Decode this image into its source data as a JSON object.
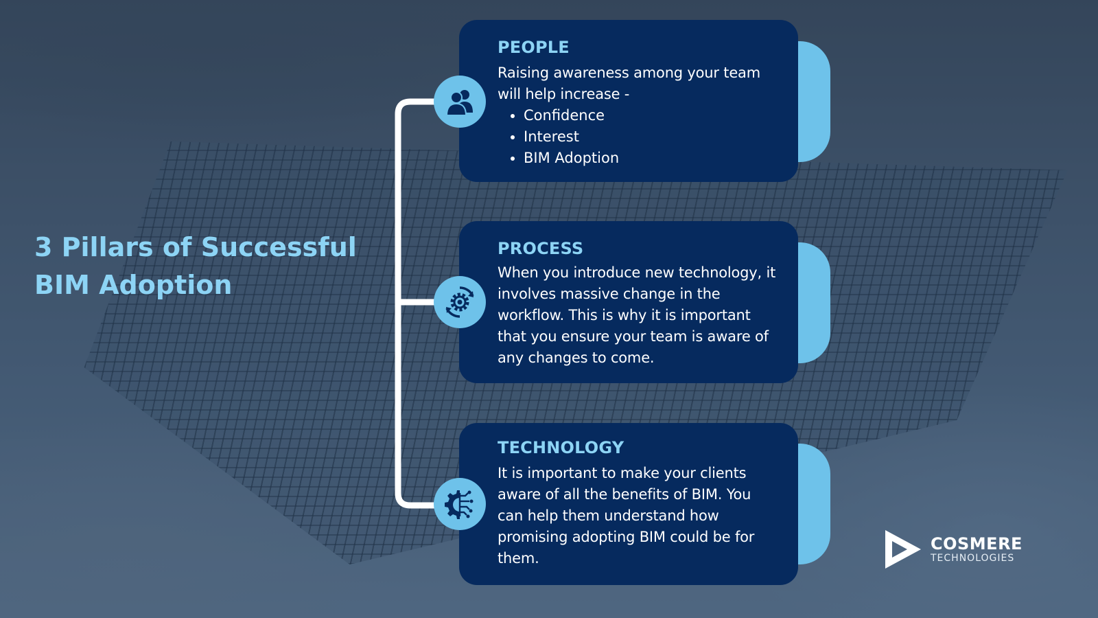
{
  "title": "3 Pillars of Successful\nBIM Adoption",
  "pillars": [
    {
      "heading": "PEOPLE",
      "icon": "people-icon",
      "text": "Raising awareness among your team will help increase -",
      "bullets": [
        "Confidence",
        "Interest",
        "BIM Adoption"
      ]
    },
    {
      "heading": "PROCESS",
      "icon": "gear-cycle-icon",
      "text": "When you introduce new technology, it involves  massive change in the workflow. This is why it is important that you ensure your team is aware of any changes to come."
    },
    {
      "heading": "TECHNOLOGY",
      "icon": "gear-circuit-icon",
      "text": "It is important to make your clients aware of all the benefits of BIM. You can help them understand how promising adopting BIM could be for them."
    }
  ],
  "logo": {
    "brand": "COSMERE",
    "sub": "TECHNOLOGIES"
  },
  "colors": {
    "card": "#062a5e",
    "accent": "#6ec2ea",
    "heading": "#8dd4f5"
  }
}
